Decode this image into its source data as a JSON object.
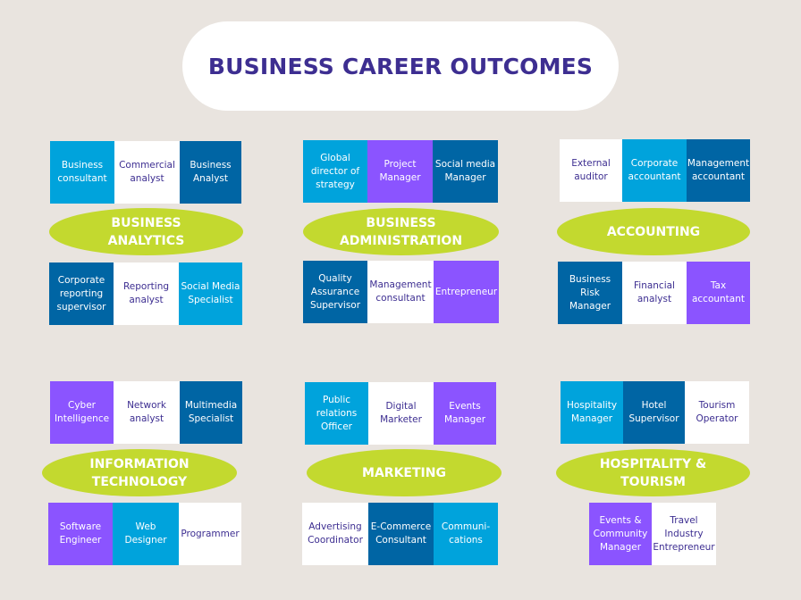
{
  "title": "BUSINESS CAREER OUTCOMES",
  "colors": {
    "background": "#e9e4df",
    "title_text": "#3d2e91",
    "pill": "#c3d92f",
    "light_blue": "#00a3dc",
    "dark_blue": "#0065a4",
    "purple": "#8b54ff",
    "white": "#ffffff"
  },
  "sections": [
    {
      "name": "BUSINESS\nANALYTICS",
      "top": [
        "Business\nconsultant",
        "Commercial\nanalyst",
        "Business\nAnalyst"
      ],
      "bottom": [
        "Corporate\nreporting\nsupervisor",
        "Reporting\nanalyst",
        "Social Media\nSpecialist"
      ]
    },
    {
      "name": "BUSINESS\nADMINISTRATION",
      "top": [
        "Global\ndirector of\nstrategy",
        "Project\nManager",
        "Social media\nManager"
      ],
      "bottom": [
        "Quality\nAssurance\nSupervisor",
        "Management\nconsultant",
        "Entrepreneur"
      ]
    },
    {
      "name": "ACCOUNTING",
      "top": [
        "External\nauditor",
        "Corporate\naccountant",
        "Management\naccountant"
      ],
      "bottom": [
        "Business Risk\nManager",
        "Financial\nanalyst",
        "Tax\naccountant"
      ]
    },
    {
      "name": "INFORMATION\nTECHNOLOGY",
      "top": [
        "Cyber\nIntelligence",
        "Network\nanalyst",
        "Multimedia\nSpecialist"
      ],
      "bottom": [
        "Software\nEngineer",
        "Web\nDesigner",
        "Programmer"
      ]
    },
    {
      "name": "MARKETING",
      "top": [
        "Public\nrelations\nOfficer",
        "Digital\nMarketer",
        "Events\nManager"
      ],
      "bottom": [
        "Advertising\nCoordinator",
        "E-Commerce\nConsultant",
        "Communi-\ncations"
      ]
    },
    {
      "name": "HOSPITALITY &\nTOURISM",
      "top": [
        "Hospitality\nManager",
        "Hotel\nSupervisor",
        "Tourism\nOperator"
      ],
      "bottom": [
        "Events &\nCommunity\nManager",
        "Travel\nIndustry\nEntrepreneur"
      ]
    }
  ]
}
